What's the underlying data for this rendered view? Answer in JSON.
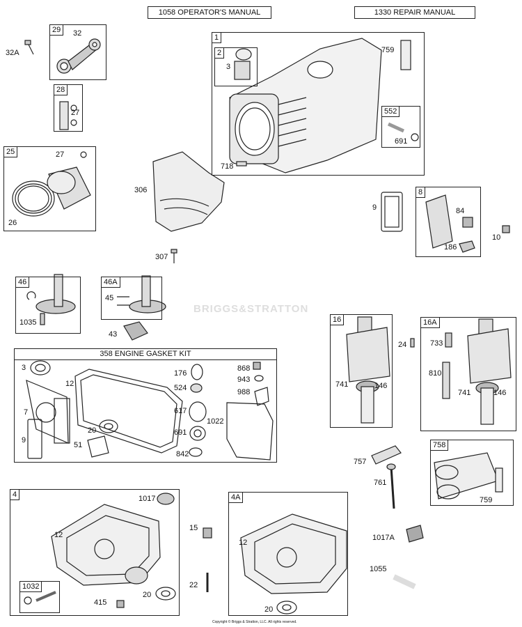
{
  "header": {
    "operators_manual": "1058 OPERATOR'S MANUAL",
    "repair_manual": "1330 REPAIR MANUAL"
  },
  "watermark": "BRIGGS&STRATTON",
  "copyright": "Copyright © Briggs & Stratton, LLC. All rights reserved.",
  "kit_title": "358 ENGINE GASKET KIT",
  "boxes": {
    "b1": "1",
    "b2": "2",
    "b552": "552",
    "b29": "29",
    "b28": "28",
    "b25": "25",
    "b8": "8",
    "b46": "46",
    "b46a": "46A",
    "b16": "16",
    "b16a": "16A",
    "b758": "758",
    "b4": "4",
    "b4a": "4A",
    "b1032": "1032"
  },
  "labels": {
    "l32a": "32A",
    "l32": "32",
    "l27a": "27",
    "l27b": "27",
    "l26": "26",
    "l306": "306",
    "l307": "307",
    "l3a": "3",
    "l759a": "759",
    "l691a": "691",
    "l718": "718",
    "l9a": "9",
    "l84": "84",
    "l186": "186",
    "l10": "10",
    "l45": "45",
    "l1035": "1035",
    "l43": "43",
    "l24": "24",
    "l741a": "741",
    "l146a": "146",
    "l733": "733",
    "l810": "810",
    "l741b": "741",
    "l146b": "146",
    "l3b": "3",
    "l12a": "12",
    "l7": "7",
    "l9b": "9",
    "l20a": "20",
    "l51": "51",
    "l176": "176",
    "l524": "524",
    "l617": "617",
    "l691b": "691",
    "l842": "842",
    "l1022": "1022",
    "l868": "868",
    "l943": "943",
    "l988": "988",
    "l757": "757",
    "l761": "761",
    "l759b": "759",
    "l1017": "1017",
    "l12b": "12",
    "l415": "415",
    "l20b": "20",
    "l15": "15",
    "l22": "22",
    "l12c": "12",
    "l20c": "20",
    "l1017a": "1017A",
    "l1055": "1055"
  }
}
